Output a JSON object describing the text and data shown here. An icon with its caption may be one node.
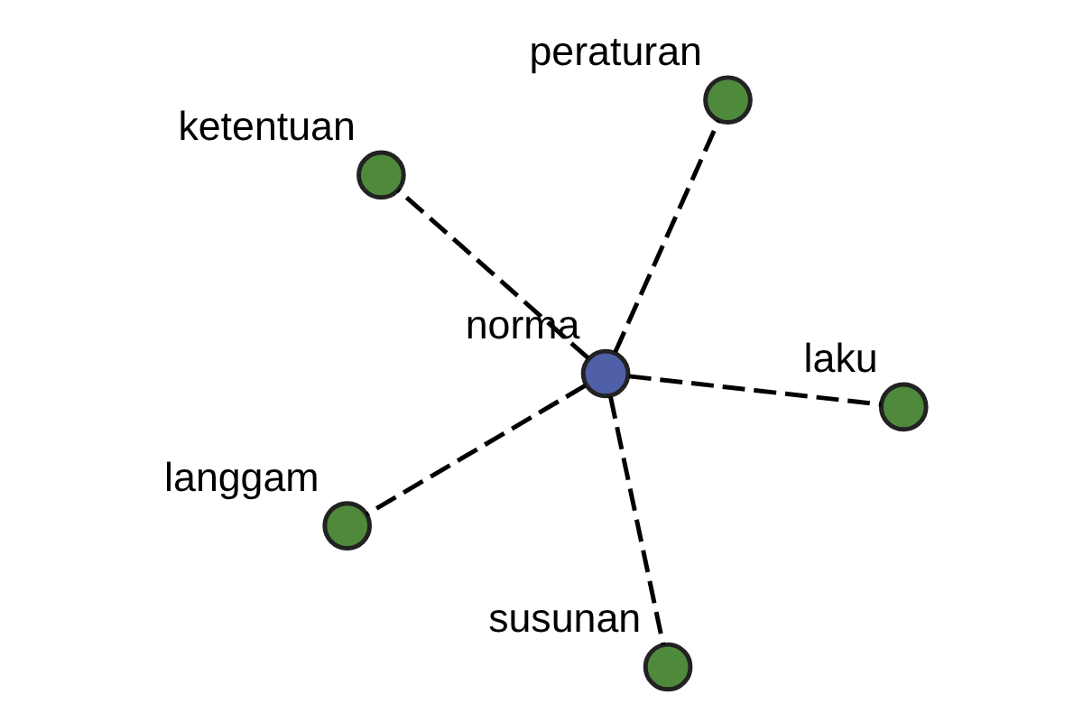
{
  "diagram": {
    "nodes": [
      {
        "text": [
          "ketentuan"
        ]
      },
      {
        "text": [
          "laku"
        ]
      },
      {
        "text": [
          "susunan"
        ]
      },
      {
        "text": [
          "norma"
        ]
      },
      {
        "text": [
          "peraturan"
        ]
      },
      {
        "text": [
          "langgam"
        ]
      }
    ],
    "edges": [
      {
        "from": 3,
        "to": 0,
        "arrow": "none",
        "style": "dashed"
      },
      {
        "from": 3,
        "to": 1,
        "arrow": "none",
        "style": "dashed"
      },
      {
        "from": 3,
        "to": 2,
        "arrow": "none",
        "style": "dashed"
      },
      {
        "from": 3,
        "to": 4,
        "arrow": "none",
        "style": "dashed"
      },
      {
        "from": 3,
        "to": 5,
        "arrow": "none",
        "style": "dashed"
      }
    ]
  }
}
